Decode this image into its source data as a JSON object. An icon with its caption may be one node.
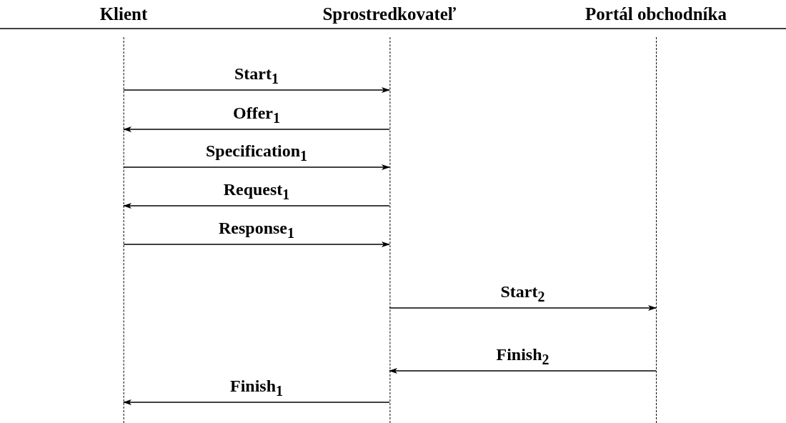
{
  "diagram": {
    "nodes": [
      {
        "text": [
          "Klient"
        ]
      },
      {
        "text": [
          "Sprostredkovateľ"
        ]
      },
      {
        "text": [
          "Portál obchodníka"
        ]
      }
    ],
    "edges": [
      {
        "from": 0,
        "to": 1,
        "arrow": "to",
        "label": "Start$_{1}$"
      },
      {
        "from": 1,
        "to": 0,
        "arrow": "to",
        "label": "Offer$_{1}$"
      },
      {
        "from": 0,
        "to": 1,
        "arrow": "to",
        "label": "Specification$_{1}$"
      },
      {
        "from": 1,
        "to": 0,
        "arrow": "to",
        "label": "Request$_{1}$"
      },
      {
        "from": 0,
        "to": 1,
        "arrow": "to",
        "label": "Response$_{1}$"
      },
      {
        "from": 1,
        "to": 2,
        "arrow": "to",
        "label": "Start$_{2}$"
      },
      {
        "from": 2,
        "to": 1,
        "arrow": "to",
        "label": "Finish$_{2}$"
      },
      {
        "from": 1,
        "to": 0,
        "arrow": "to",
        "label": "Finish$_{1}$"
      }
    ]
  }
}
